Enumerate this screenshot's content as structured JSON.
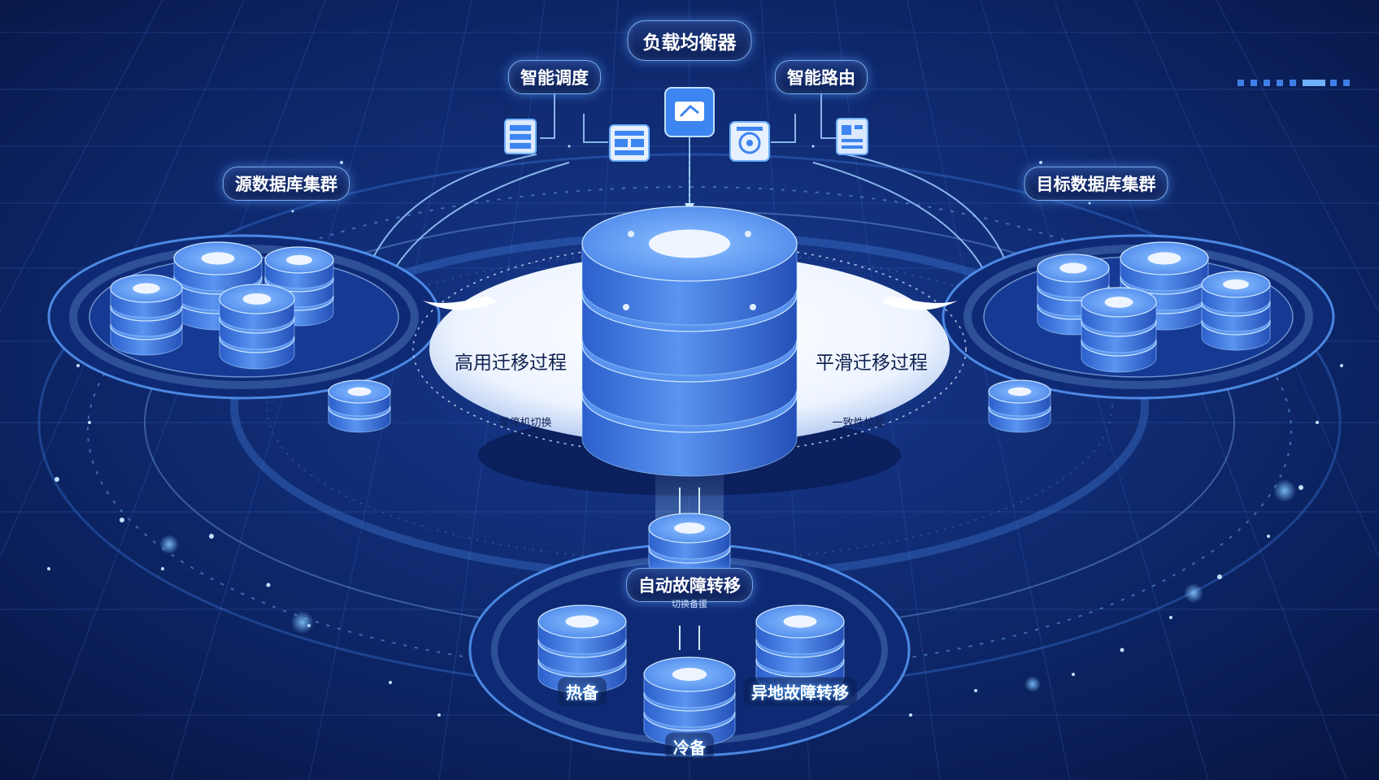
{
  "diagram": {
    "load_balancer": "负载均衡器",
    "smart_left": "智能调度",
    "smart_right": "智能路由",
    "source_cluster": "源数据库集群",
    "target_cluster": "目标数据库集群",
    "ha_migration": "高用迁移过程",
    "smooth_migration": "平滑迁移过程",
    "zero_downtime": "零停机切换",
    "consistency_check": "一致性校验",
    "auto_failover": "自动故障转移",
    "auto_failover_sub": "切换备援",
    "hot_standby": "热备",
    "cold_standby": "冷备",
    "remote_failover": "异地故障转移"
  },
  "icons": {
    "server_rack": "server-rack-icon",
    "dashboard": "dashboard-icon",
    "load_balancer": "load-balancer-icon",
    "monitor": "monitor-icon",
    "document": "document-icon"
  },
  "colors": {
    "background": "#0a1a4a",
    "accent": "#4da3ff",
    "disk": "#3f7fe6",
    "disk_top": "#6aa8ff",
    "platter": "#eaf2ff",
    "label_dark": "#0f2150"
  }
}
